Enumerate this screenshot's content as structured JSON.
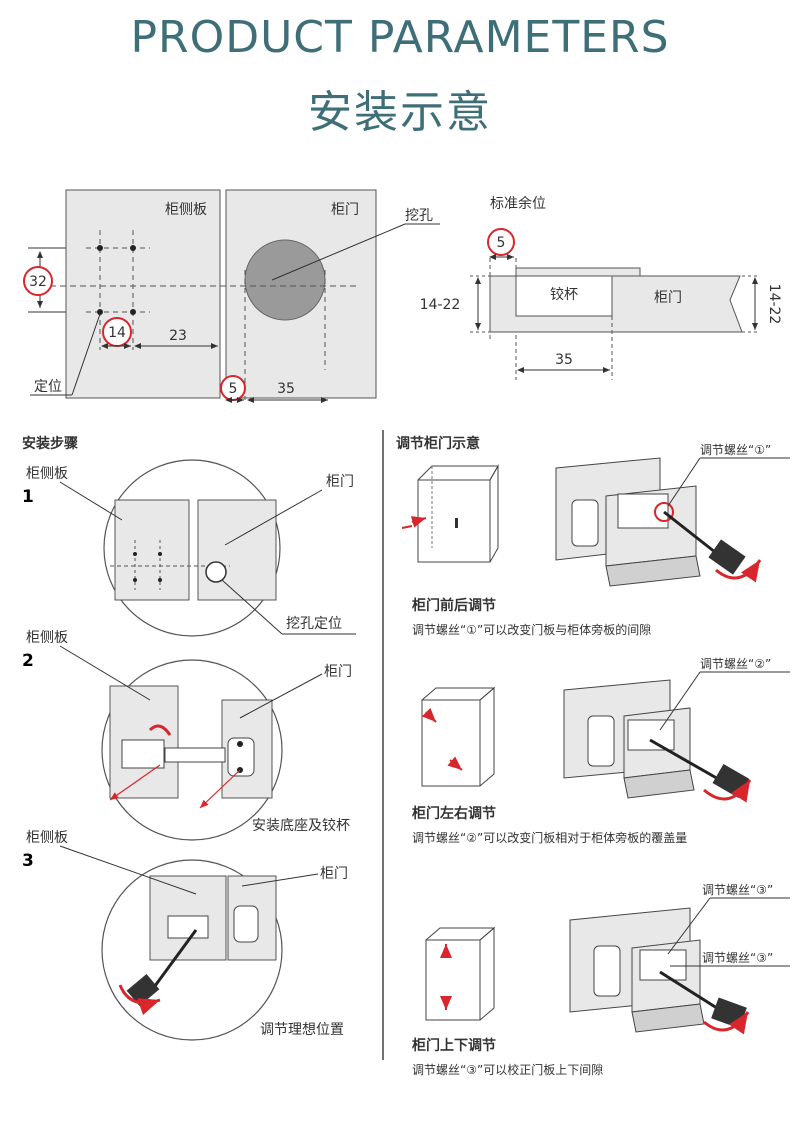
{
  "header": {
    "title_en": "PRODUCT PARAMETERS",
    "title_cn": "安装示意"
  },
  "diagram_top": {
    "side_panel_label": "柜侧板",
    "door_label": "柜门",
    "hole_label": "挖孔",
    "standard_gap_label": "标准余位",
    "position_label": "定位",
    "hinge_cup_label": "铰杯",
    "door_label_profile": "柜门",
    "dim_32": "32",
    "dim_14": "14",
    "dim_23": "23",
    "dim_5": "5",
    "dim_35": "35",
    "dim_5_profile": "5",
    "dim_14_22_left": "14-22",
    "dim_14_22_right": "14-22",
    "dim_35_profile": "35"
  },
  "install_steps": {
    "title": "安装步骤",
    "steps": [
      {
        "num": "1",
        "side_label": "柜侧板",
        "door_label": "柜门",
        "caption": "挖孔定位"
      },
      {
        "num": "2",
        "side_label": "柜侧板",
        "door_label": "柜门",
        "caption": "安装底座及铰杯"
      },
      {
        "num": "3",
        "side_label": "柜侧板",
        "door_label": "柜门",
        "caption": "调节理想位置"
      }
    ]
  },
  "adjust": {
    "title": "调节柜门示意",
    "items": [
      {
        "screw_label": "调节螺丝“①”",
        "heading": "柜门前后调节",
        "desc": "调节螺丝“①”可以改变门板与柜体旁板的间隙"
      },
      {
        "screw_label": "调节螺丝“②”",
        "heading": "柜门左右调节",
        "desc": "调节螺丝“②”可以改变门板相对于柜体旁板的覆盖量"
      },
      {
        "screw_label": "调节螺丝“③”",
        "screw_label_2": "调节螺丝“③”",
        "heading": "柜门上下调节",
        "desc": "调节螺丝“③”可以校正门板上下间隙"
      }
    ]
  },
  "colors": {
    "accent": "#3e6e78",
    "red": "#d9262c",
    "panel": "#e8e8e8",
    "line": "#333333"
  }
}
